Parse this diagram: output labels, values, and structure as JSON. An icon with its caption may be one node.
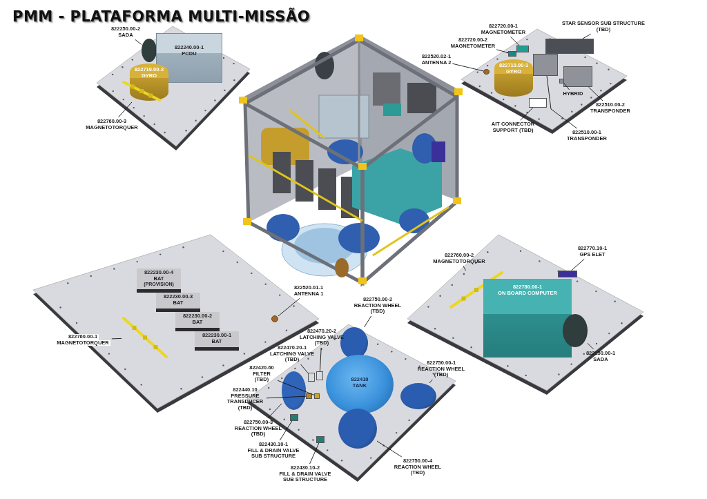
{
  "diagram": {
    "title": "PMM - PLATAFORMA MULTI-MISSÃO",
    "nodes": [
      {
        "text": [
          "822250.00-2",
          "SADA"
        ]
      },
      {
        "text": [],
        "shape": "cylinder"
      },
      {
        "text": [
          "822240.00-1",
          "PCDU"
        ]
      },
      {
        "text": [
          "822710.00-2",
          "GYRO"
        ]
      },
      {
        "text": [
          "822760.00-3",
          "MAGNETOTORQUER"
        ]
      },
      {
        "text": [],
        "shape": "bar"
      },
      {
        "text": [
          "822720.00-1",
          "MAGNETOMETER"
        ]
      },
      {
        "text": [],
        "shape": "box"
      },
      {
        "text": [
          "822720.00-2",
          "MAGNETOMETER"
        ]
      },
      {
        "text": [],
        "shape": "box"
      },
      {
        "text": [
          "822520.02-1",
          "ANTENNA 2"
        ]
      },
      {
        "text": [],
        "shape": "circle"
      },
      {
        "text": [
          "STAR SENSOR SUB STRUCTURE (TBD)"
        ]
      },
      {
        "text": [],
        "shape": "box"
      },
      {
        "text": [
          "822710.00-1",
          "GYRO"
        ]
      },
      {
        "text": [
          "HYBRID"
        ]
      },
      {
        "text": [],
        "shape": "box"
      },
      {
        "text": [
          "822510.00-2",
          "TRANSPONDER"
        ]
      },
      {
        "text": [],
        "shape": "box"
      },
      {
        "text": [
          "AIT CONNECTOR SUPPORT (TBD)"
        ]
      },
      {
        "text": [],
        "shape": "box"
      },
      {
        "text": [
          "822510.00-1",
          "TRANSPONDER"
        ]
      },
      {
        "text": [],
        "shape": "box"
      },
      {
        "text": [
          "822230.00-4",
          "BAT",
          "(PROVISION)"
        ]
      },
      {
        "text": [
          "822230.00-3",
          "BAT"
        ]
      },
      {
        "text": [
          "822230.00-2",
          "BAT"
        ]
      },
      {
        "text": [
          "822230.00-1",
          "BAT"
        ]
      },
      {
        "text": [
          "822520.01-1",
          "ANTENNA 1"
        ]
      },
      {
        "text": [],
        "shape": "circle"
      },
      {
        "text": [
          "822760.00-1",
          "MAGNETOTORQUER"
        ]
      },
      {
        "text": [],
        "shape": "bar"
      },
      {
        "text": [
          "822750.00-2",
          "REACTION WHEEL (TBD)"
        ]
      },
      {
        "text": [],
        "shape": "cylinder"
      },
      {
        "text": [
          "822470.20-2",
          "LATCHING VALVE (TBD)"
        ]
      },
      {
        "text": [],
        "shape": "box"
      },
      {
        "text": [
          "822470.20-1",
          "LATCHING VALVE (TBD)"
        ]
      },
      {
        "text": [],
        "shape": "box"
      },
      {
        "text": [
          "822420.60",
          "FILTER (TBD)"
        ]
      },
      {
        "text": [],
        "shape": "box"
      },
      {
        "text": [
          "822440.10",
          "PRESSURE TRANSDUCER (TBD)"
        ]
      },
      {
        "text": [],
        "shape": "box"
      },
      {
        "text": [
          "822410",
          "TANK"
        ]
      },
      {
        "text": [
          "822750.00-1",
          "REACTION WHEEL (TBD)"
        ]
      },
      {
        "text": [],
        "shape": "cylinder"
      },
      {
        "text": [
          "822750.00-3",
          "REACTION WHEEL (TBD)"
        ]
      },
      {
        "text": [],
        "shape": "cylinder"
      },
      {
        "text": [
          "822430.10-1",
          "FILL & DRAIN VALVE SUB STRUCTURE"
        ]
      },
      {
        "text": [],
        "shape": "box"
      },
      {
        "text": [
          "822430.10-2",
          "FILL & DRAIN VALVE SUB STRUCTURE"
        ]
      },
      {
        "text": [],
        "shape": "box"
      },
      {
        "text": [],
        "shape": "cylinder"
      },
      {
        "text": [
          "822750.00-4",
          "REACTION WHEEL (TBD)"
        ]
      },
      {
        "text": [
          "822760.00-2",
          "MAGNETOTORQUER"
        ]
      },
      {
        "text": [],
        "shape": "bar"
      },
      {
        "text": [
          "822770.10-1",
          "GPS ELET"
        ]
      },
      {
        "text": [],
        "shape": "box"
      },
      {
        "text": [
          "822780.00-1",
          "ON BOARD COMPUTER"
        ]
      },
      {
        "text": [],
        "shape": "cylinder"
      },
      {
        "text": [
          "822250.00-1",
          "SADA"
        ]
      }
    ],
    "edges": [
      {
        "from": 0,
        "to": 1,
        "arrow": "none"
      },
      {
        "from": 4,
        "to": 5,
        "arrow": "none"
      },
      {
        "from": 6,
        "to": 7,
        "arrow": "none"
      },
      {
        "from": 8,
        "to": 9,
        "arrow": "none"
      },
      {
        "from": 10,
        "to": 11,
        "arrow": "none"
      },
      {
        "from": 12,
        "to": 13,
        "arrow": "none"
      },
      {
        "from": 15,
        "to": 16,
        "arrow": "none"
      },
      {
        "from": 17,
        "to": 18,
        "arrow": "none"
      },
      {
        "from": 19,
        "to": 20,
        "arrow": "none"
      },
      {
        "from": 21,
        "to": 22,
        "arrow": "none"
      },
      {
        "from": 27,
        "to": 28,
        "arrow": "none"
      },
      {
        "from": 29,
        "to": 30,
        "arrow": "none"
      },
      {
        "from": 31,
        "to": 32,
        "arrow": "none"
      },
      {
        "from": 33,
        "to": 34,
        "arrow": "none"
      },
      {
        "from": 35,
        "to": 36,
        "arrow": "none"
      },
      {
        "from": 37,
        "to": 38,
        "arrow": "none"
      },
      {
        "from": 39,
        "to": 40,
        "arrow": "none"
      },
      {
        "from": 42,
        "to": 43,
        "arrow": "none"
      },
      {
        "from": 44,
        "to": 45,
        "arrow": "none"
      },
      {
        "from": 46,
        "to": 47,
        "arrow": "none"
      },
      {
        "from": 48,
        "to": 49,
        "arrow": "none"
      },
      {
        "from": 51,
        "to": 50,
        "arrow": "none"
      },
      {
        "from": 52,
        "to": 53,
        "arrow": "none"
      },
      {
        "from": 54,
        "to": 55,
        "arrow": "none"
      },
      {
        "from": 58,
        "to": 57,
        "arrow": "none"
      }
    ]
  }
}
